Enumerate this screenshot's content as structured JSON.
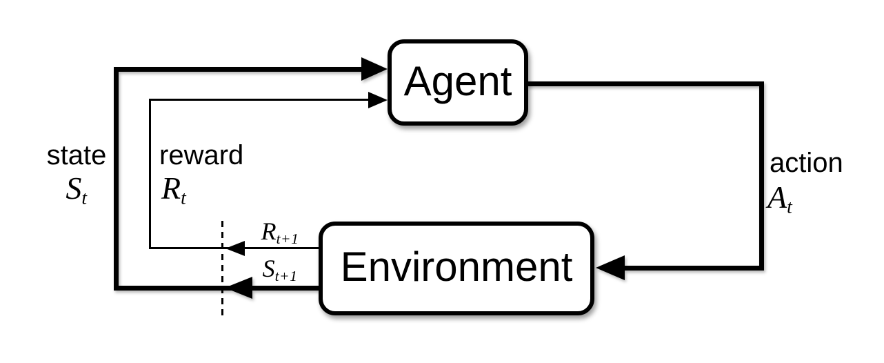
{
  "colors": {
    "line": "#000000",
    "background": "#ffffff",
    "box_fill": "#ffffff"
  },
  "nodes": {
    "agent": {
      "label": "Agent"
    },
    "environment": {
      "label": "Environment"
    }
  },
  "signals": {
    "state": {
      "name": "state",
      "symbol": "S",
      "subscript": "t"
    },
    "reward": {
      "name": "reward",
      "symbol": "R",
      "subscript": "t"
    },
    "action": {
      "name": "action",
      "symbol": "A",
      "subscript": "t"
    },
    "next_reward": {
      "symbol": "R",
      "subscript": "t+1"
    },
    "next_state": {
      "symbol": "S",
      "subscript": "t+1"
    }
  },
  "edges": [
    {
      "from": "agent",
      "to": "environment",
      "signal": "action"
    },
    {
      "from": "environment",
      "to": "agent",
      "signal": "state"
    },
    {
      "from": "environment",
      "to": "agent",
      "signal": "reward"
    }
  ]
}
